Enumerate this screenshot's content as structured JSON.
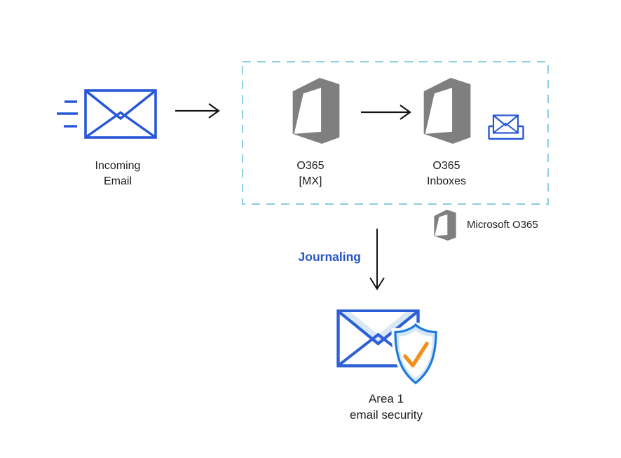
{
  "colors": {
    "accent_blue": "#2857d8",
    "envelope_blue": "#2d5fd7",
    "shield_blue": "#1b79de",
    "light_fill": "#d9e8f6",
    "shield_light_fill": "#d4e7f8",
    "check_orange": "#f0911e",
    "office_gray": "#7f7f7f",
    "dashed_border": "#8ccfe0",
    "journaling_blue": "#2a56c6",
    "arrow_black": "#141414",
    "text_black": "#1d1d1d"
  },
  "nodes": {
    "incoming_email": {
      "line1": "Incoming",
      "line2": "Email"
    },
    "o365_mx": {
      "line1": "O365",
      "line2": "[MX]"
    },
    "o365_inboxes": {
      "line1": "O365",
      "line2": "Inboxes"
    },
    "area1": {
      "line1": "Area 1",
      "line2": "email security"
    }
  },
  "flow": {
    "journaling_label": "Journaling"
  },
  "legend": {
    "label": "Microsoft O365"
  },
  "icons": {
    "incoming_email": "envelope-with-motion-lines",
    "o365_mx": "office-365-logo",
    "o365_inboxes": "office-365-logo",
    "inbox": "envelope-in-tray",
    "legend": "office-365-logo-small",
    "area1": "envelope-with-security-shield-check"
  }
}
